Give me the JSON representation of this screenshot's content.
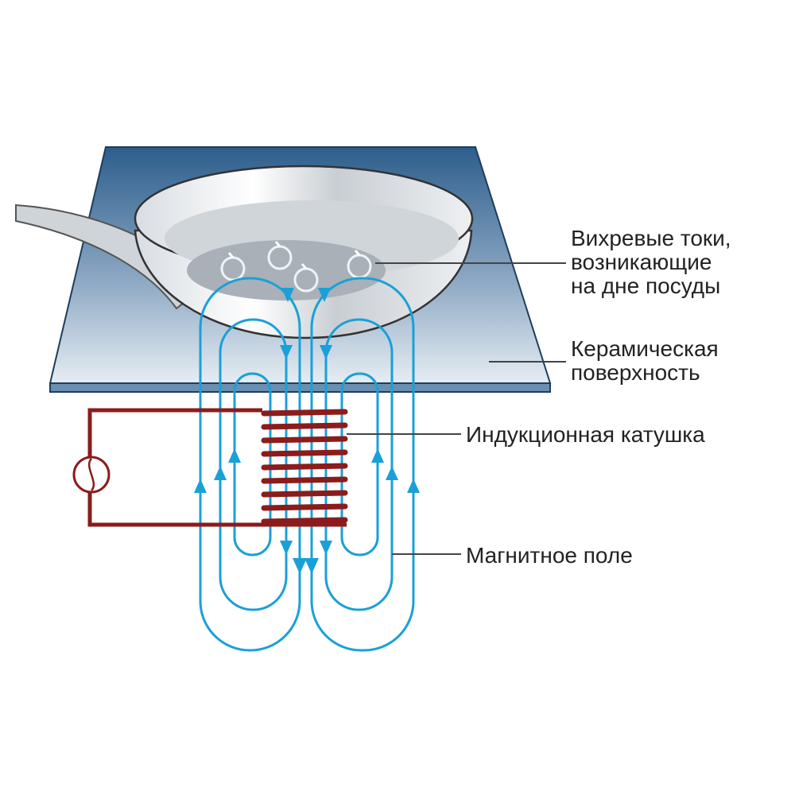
{
  "title": "Induction cooktop principle",
  "labels": {
    "eddy_line1": "Вихревые токи,",
    "eddy_line2": "возникающие",
    "eddy_line3": "на дне посуды",
    "ceramic_line1": "Керамическая",
    "ceramic_line2": "поверхность",
    "coil": "Индукционная катушка",
    "field": "Магнитное поле"
  },
  "colors": {
    "field": "#1aa0d8",
    "coil": "#8b1c1c",
    "plate_top": "#2d5e8c",
    "plate_bottom": "#e6edf3",
    "leader": "#444444"
  }
}
